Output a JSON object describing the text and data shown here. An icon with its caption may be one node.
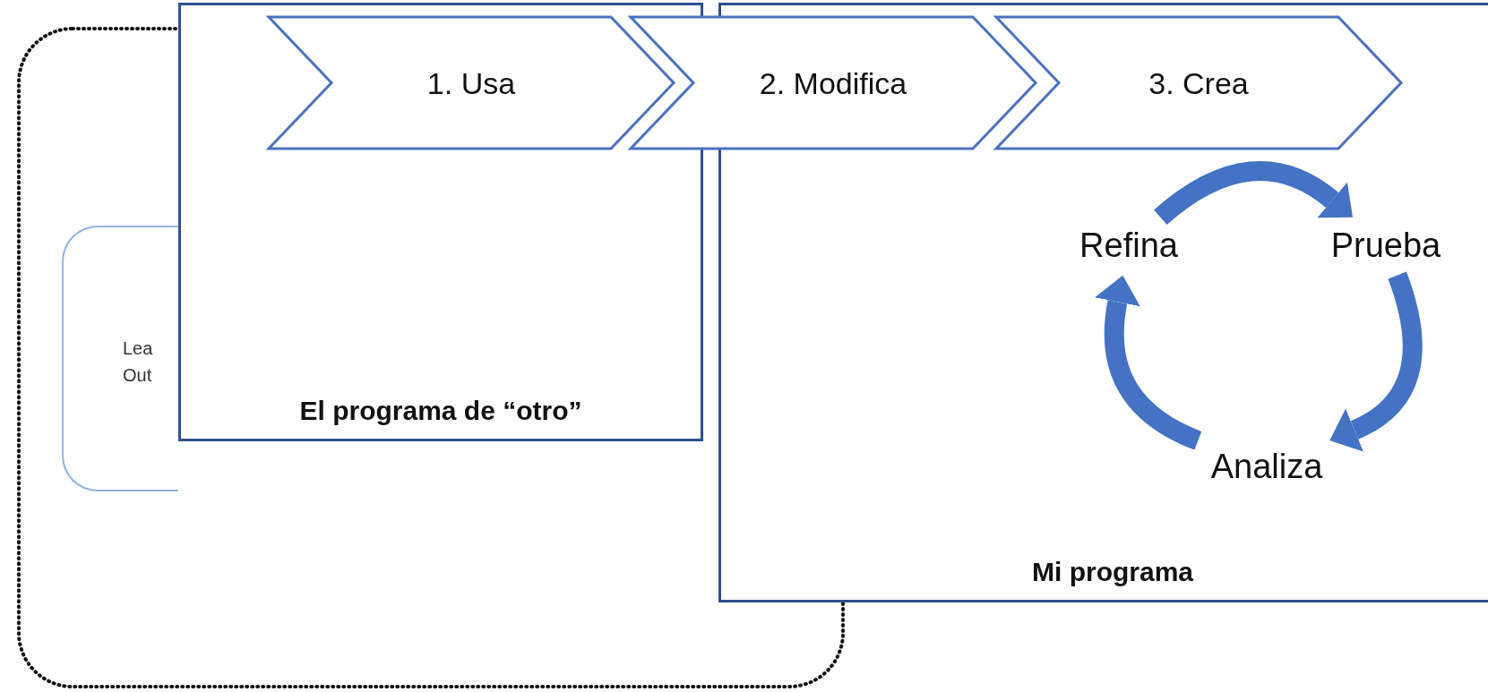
{
  "diagram": {
    "nodes": [
      {
        "text": [
          "Lea Out"
        ]
      },
      {
        "text": [
          "El programa de “otro”"
        ]
      },
      {
        "text": [
          "1. Usa"
        ],
        "in": 1
      },
      {
        "text": [
          "2. Modifica"
        ]
      },
      {
        "text": [
          "Mi programa"
        ]
      },
      {
        "text": [
          "3. Crea"
        ],
        "in": 4
      },
      {
        "text": [
          "Refina"
        ],
        "in": 4
      },
      {
        "text": [
          "Prueba"
        ],
        "in": 4
      },
      {
        "text": [
          "Analiza"
        ],
        "in": 4
      }
    ],
    "edges": [
      {
        "from": 6,
        "to": 7,
        "arrow": "to"
      },
      {
        "from": 7,
        "to": 8,
        "arrow": "to"
      },
      {
        "from": 8,
        "to": 6,
        "arrow": "to"
      }
    ]
  }
}
